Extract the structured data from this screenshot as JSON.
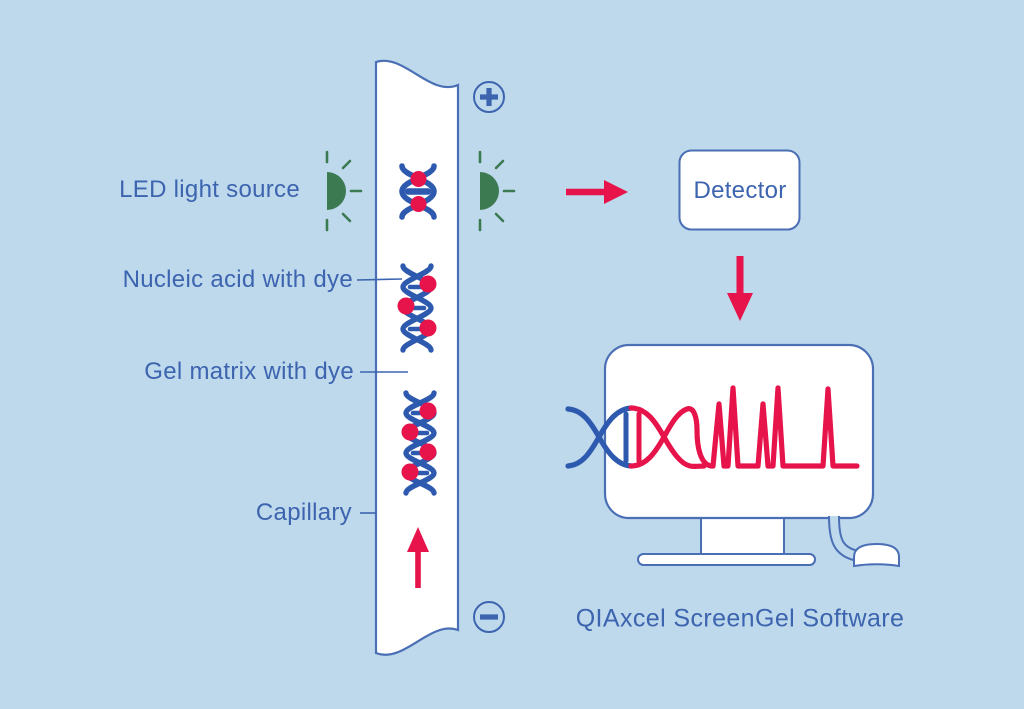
{
  "colors": {
    "background": "#bed8ec",
    "text_blue": "#3c64af",
    "outline_blue": "#4a6fb5",
    "dna_blue": "#2d5aaf",
    "accent_red": "#e6144b",
    "led_green": "#3c7a52",
    "white": "#ffffff"
  },
  "left_labels": {
    "led": "LED light source",
    "nucleic_acid": "Nucleic acid with dye",
    "gel_matrix": "Gel matrix with dye",
    "capillary": "Capillary"
  },
  "detector": {
    "label": "Detector"
  },
  "caption": "QIAxcel ScreenGel Software",
  "icons": {
    "positive_electrode": "plus-in-circle",
    "negative_electrode": "minus-in-circle",
    "led_left": "led-with-rays",
    "led_right": "led-with-rays",
    "dna_samples": "dna-helix-with-red-dye-dots",
    "flow_arrows": "red-arrows",
    "monitor": "computer-monitor",
    "mouse": "computer-mouse",
    "screen_graphic": "dna-helix-unwinding-into-electropherogram-peaks"
  }
}
